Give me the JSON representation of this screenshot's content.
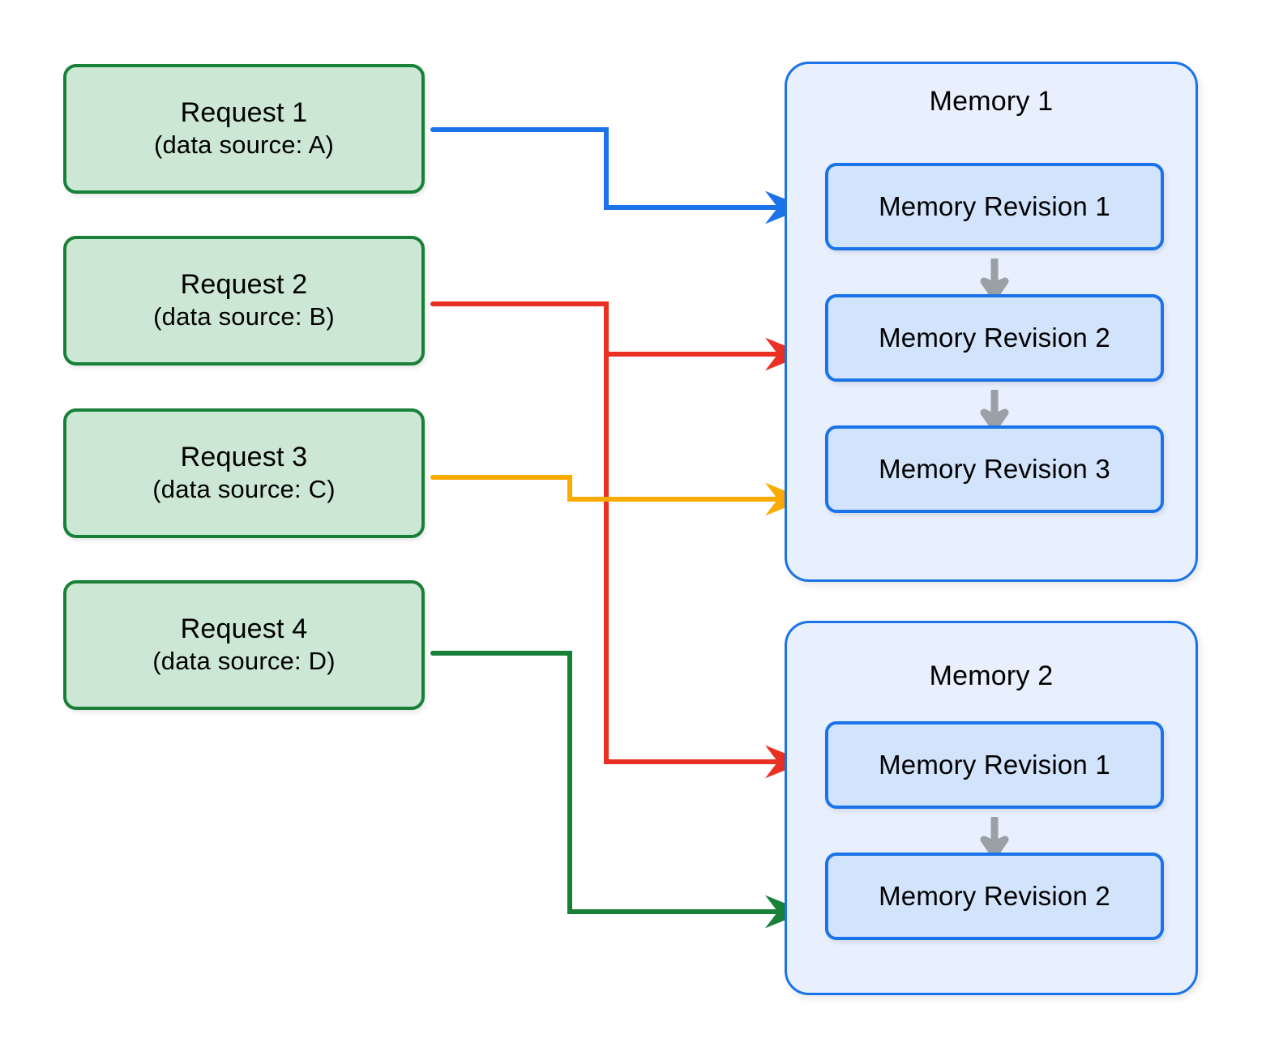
{
  "diagram": {
    "title_hidden": "",
    "requests": [
      {
        "name": "Request 1",
        "detail": "(data source: A)",
        "connector_color": "#1a73e8"
      },
      {
        "name": "Request 2",
        "detail": "(data source: B)",
        "connector_color": "#ea2f23"
      },
      {
        "name": "Request 3",
        "detail": "(data source: C)",
        "connector_color": "#f9ab00"
      },
      {
        "name": "Request 4",
        "detail": "(data source: D)",
        "connector_color": "#188038"
      }
    ],
    "memories": [
      {
        "name": "Memory 1",
        "revisions": [
          {
            "label": "Memory Revision 1"
          },
          {
            "label": "Memory Revision 2"
          },
          {
            "label": "Memory Revision 3"
          }
        ]
      },
      {
        "name": "Memory 2",
        "revisions": [
          {
            "label": "Memory Revision 1"
          },
          {
            "label": "Memory Revision 2"
          }
        ]
      }
    ],
    "colors": {
      "request_fill": "#cce8d4",
      "request_border": "#188038",
      "memory_fill": "#e8effd",
      "memory_border": "#1a73e8",
      "revision_fill": "#d2e3fc",
      "revision_border": "#1a73e8",
      "flow_arrow": "#9aa0a6",
      "connector_blue": "#1a73e8",
      "connector_red": "#ea2f23",
      "connector_orange": "#f9ab00",
      "connector_green": "#188038"
    },
    "connections": [
      {
        "from": "Request 1",
        "to": "Memory 1 / Memory Revision 1",
        "color": "#1a73e8"
      },
      {
        "from": "Request 2",
        "to": "Memory 1 / Memory Revision 2",
        "color": "#ea2f23"
      },
      {
        "from": "Request 2",
        "to": "Memory 2 / Memory Revision 1",
        "color": "#ea2f23"
      },
      {
        "from": "Request 3",
        "to": "Memory 1 / Memory Revision 3",
        "color": "#f9ab00"
      },
      {
        "from": "Request 4",
        "to": "Memory 2 / Memory Revision 2",
        "color": "#188038"
      }
    ]
  }
}
